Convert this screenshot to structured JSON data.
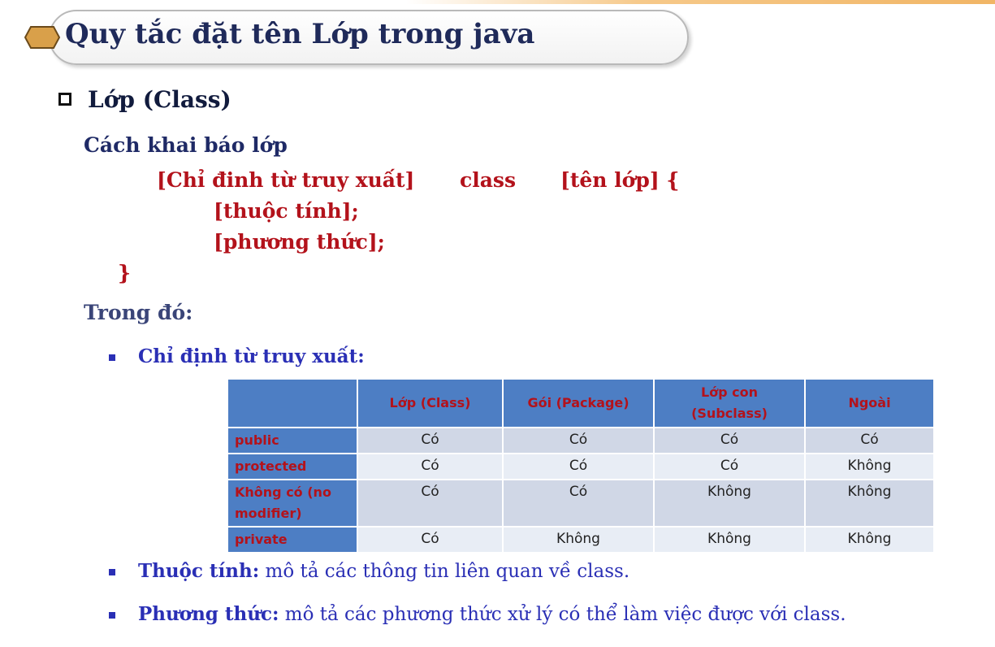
{
  "slide": {
    "title": "Quy tắc đặt tên Lớp trong java",
    "section_heading": "Lớp (Class)",
    "declaration_label": "Cách khai báo lớp",
    "syntax": {
      "access_modifier": "[Chỉ đinh từ truy xuất]",
      "class_keyword": "class",
      "class_name": "[tên lớp] {",
      "attributes": "[thuộc tính];",
      "methods": "[phương thức];",
      "closing_brace": "}"
    },
    "where_label": "Trong đó:",
    "bullets": [
      {
        "term": "Chỉ định từ truy xuất:",
        "description": ""
      },
      {
        "term": "Thuộc tính:",
        "description": " mô tả các thông tin liên quan về class."
      },
      {
        "term": "Phương thức:",
        "description": " mô tả các phương thức xử lý có thể làm việc được với class."
      }
    ]
  },
  "access_table": {
    "headers": [
      "",
      "Lớp (Class)",
      "Gói (Package)",
      "Lớp con\n(Subclass)",
      "Ngoài"
    ],
    "rows": [
      {
        "modifier": "public",
        "values": [
          "Có",
          "Có",
          "Có",
          "Có"
        ]
      },
      {
        "modifier": "protected",
        "values": [
          "Có",
          "Có",
          "Có",
          "Không"
        ]
      },
      {
        "modifier": "Không có (no\nmodifier)",
        "values": [
          "Có",
          "Có",
          "Không",
          "Không"
        ]
      },
      {
        "modifier": "private",
        "values": [
          "Có",
          "Không",
          "Không",
          "Không"
        ]
      }
    ]
  },
  "colors": {
    "title_text": "#1f2a5a",
    "syntax_red": "#b3121b",
    "label_navy": "#1f2a66",
    "bullet_blue": "#2a2fb5",
    "table_header_blue": "#4d7ec4",
    "hexagon_gold": "#d9a04a"
  },
  "icons": {
    "title_marker": "hexagon-icon",
    "section_marker": "checkbox-icon",
    "bullet_marker": "square-bullet-icon"
  }
}
